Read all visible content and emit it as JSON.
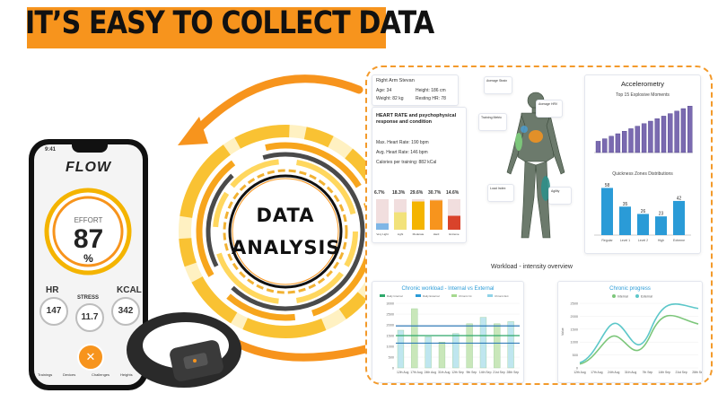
{
  "header": {
    "title": "IT’S EASY TO COLLECT DATA"
  },
  "center": {
    "line1": "DATA",
    "line2": "ANALYSIS"
  },
  "phone": {
    "time": "9:41",
    "brand": "FLOW",
    "effort_label": "EFFORT",
    "effort_value": "87",
    "effort_unit": "%",
    "hr_label": "HR",
    "hr_value": "147",
    "stress_label": "STRESS",
    "stress_value": "11.7",
    "kcal_label": "KCAL",
    "kcal_value": "342",
    "nav": [
      "Trainings",
      "Devices",
      "Challenges",
      "Heights"
    ]
  },
  "dashboard": {
    "profile": {
      "name": "Right Arm Stevan",
      "age": "Age: 34",
      "height": "Height: 186 cm",
      "weight": "Weight: 82 kg",
      "resting_hr": "Resting HR: 78"
    },
    "hr_card": {
      "title": "HEART RATE and psychophysical response and condition",
      "max": "Max. Heart Rate: 190 bpm",
      "avg": "Avg. Heart Rate: 146 bpm",
      "cal": "Calories per training: 882 kCal",
      "percents": [
        "6.7%",
        "18.3%",
        "29.6%",
        "30.7%",
        "14.6%"
      ],
      "zones": [
        "Very Light",
        "Light",
        "Moderate",
        "Hard",
        "Extreme"
      ]
    },
    "body_labels": [
      "Average Strain",
      "Average HRV",
      "Training Metric",
      "Load Index",
      "Agility"
    ],
    "accel": {
      "title": "Accelerometry",
      "sub1": "Top 15 Explosive Moments",
      "sub2": "Quickness Zones Distributions",
      "zone_labels": [
        "Regular",
        "Level 1",
        "Level 2",
        "High",
        "Extreme"
      ]
    },
    "workload_title": "Workload - intensity overview",
    "chronic_workload_title": "Chronic workload - Internal vs External",
    "chronic_progress_title": "Chronic progress",
    "wl_legend": [
      "Daily Internal",
      "Daily External",
      "Chronic Int",
      "Chronic Ext"
    ],
    "wl_yticks": [
      "3000",
      "2500",
      "2000",
      "1500",
      "1000",
      "500",
      "0"
    ],
    "wl_xticks": [
      "12th Aug",
      "17th Aug",
      "24th Aug",
      "31th Aug",
      "12th Sep",
      "9th Sep",
      "14th Sep",
      "21st Sep",
      "28th Sep"
    ],
    "cp_legend": [
      "Internal",
      "External"
    ],
    "cp_yticks": [
      "2500",
      "2000",
      "1500",
      "1000",
      "500",
      "0"
    ],
    "cp_ylabel": "Value",
    "cp_xticks": [
      "12th Aug",
      "17th Aug",
      "24th Aug",
      "31th Aug",
      "7th Sep",
      "14th Sep",
      "21st Sep",
      "28th Sep"
    ]
  },
  "chart_data": [
    {
      "type": "bar",
      "title": "Top 15 Explosive Moments",
      "values": [
        18,
        22,
        26,
        30,
        34,
        38,
        42,
        46,
        50,
        54,
        58,
        62,
        66,
        70,
        74
      ]
    },
    {
      "type": "bar",
      "title": "Quickness Zones Distributions",
      "categories": [
        "Regular",
        "Level 1",
        "Level 2",
        "High",
        "Extreme"
      ],
      "values": [
        58,
        35,
        26,
        23,
        42
      ]
    },
    {
      "type": "bar",
      "title": "HEART RATE zones",
      "categories": [
        "Very Light",
        "Light",
        "Moderate",
        "Hard",
        "Extreme"
      ],
      "values": [
        6.7,
        18.3,
        29.6,
        30.7,
        14.6
      ]
    },
    {
      "type": "bar",
      "title": "Chronic workload - Internal vs External",
      "values": [
        1750,
        2750,
        1450,
        1200,
        1600,
        2050,
        2350,
        2050,
        2150
      ]
    },
    {
      "type": "line",
      "title": "Chronic progress",
      "series": [
        {
          "name": "Internal"
        },
        {
          "name": "External"
        }
      ]
    }
  ],
  "colors": {
    "accent": "#f7941d",
    "bar_purple": "#7a6ab0",
    "bar_blue": "#2a9bd7",
    "green": "#7cc67a",
    "teal": "#5cc7c9"
  }
}
